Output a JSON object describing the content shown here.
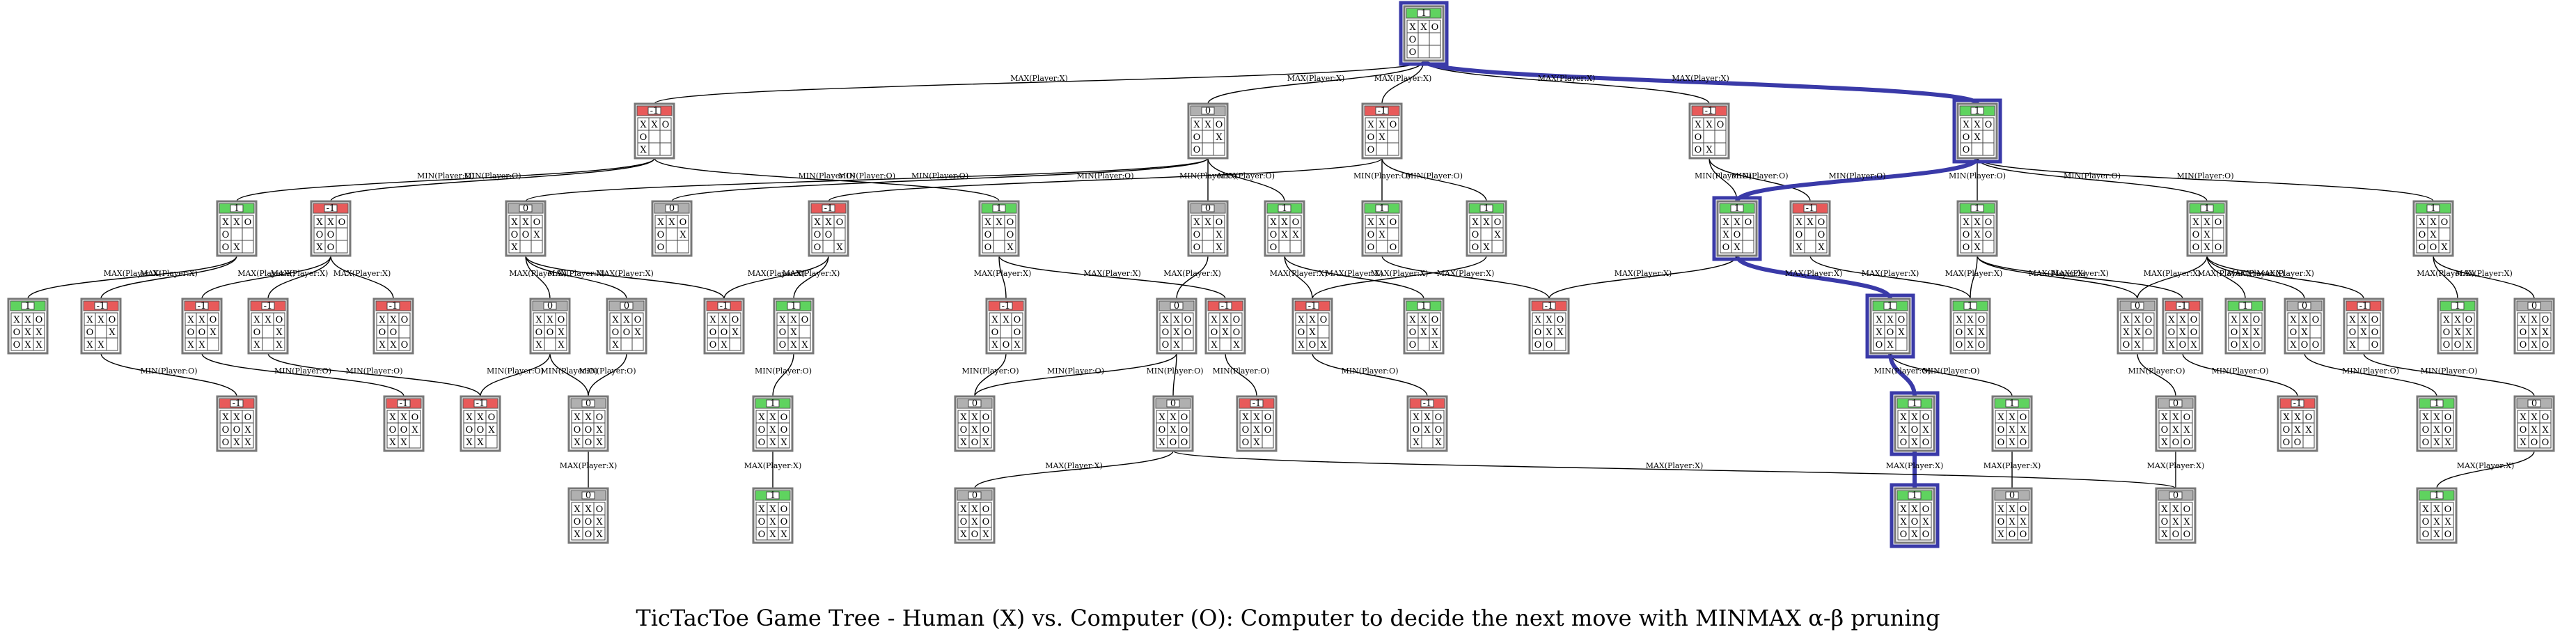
{
  "caption": "TicTacToe Game Tree - Human (X) vs. Computer (O): Computer to decide the next move with MINMAX α-β pruning",
  "colors": {
    "win": "#5fd35f",
    "loss": "#e85a5a",
    "draw": "#b0b0b0",
    "highlight": "#3a3aa8",
    "border": "#777777"
  },
  "nodes": [
    {
      "id": "root",
      "score": "1",
      "result": "win",
      "board": [
        "XXO",
        "O  ",
        "O  "
      ],
      "hl": true
    },
    {
      "id": "a1",
      "score": "-1",
      "result": "loss",
      "board": [
        "XXO",
        "O  ",
        "X  "
      ]
    },
    {
      "id": "a2",
      "score": "0",
      "result": "draw",
      "board": [
        "XXO",
        "O X",
        "O  "
      ]
    },
    {
      "id": "a3",
      "score": "-1",
      "result": "loss",
      "board": [
        "XXO",
        "OX ",
        "O  "
      ]
    },
    {
      "id": "a4",
      "score": "-1",
      "result": "loss",
      "board": [
        "XXO",
        "O  ",
        "OX "
      ]
    },
    {
      "id": "a5",
      "score": "1",
      "result": "win",
      "board": [
        "XXO",
        "OX ",
        "O  "
      ],
      "hl": true
    },
    {
      "id": "b1",
      "score": "1",
      "result": "win",
      "board": [
        "XXO",
        "O  ",
        "OX "
      ]
    },
    {
      "id": "b2",
      "score": "-1",
      "result": "loss",
      "board": [
        "XXO",
        "OO ",
        "XO "
      ]
    },
    {
      "id": "b3",
      "score": "0",
      "result": "draw",
      "board": [
        "XXO",
        "OOX",
        "X  "
      ]
    },
    {
      "id": "b4",
      "score": "0",
      "result": "draw",
      "board": [
        "XXO",
        "O X",
        "O  "
      ]
    },
    {
      "id": "b5",
      "score": "-1",
      "result": "loss",
      "board": [
        "XXO",
        "OO ",
        "O X"
      ]
    },
    {
      "id": "b6",
      "score": "1",
      "result": "win",
      "board": [
        "XXO",
        "O O",
        "O X"
      ]
    },
    {
      "id": "b7",
      "score": "0",
      "result": "draw",
      "board": [
        "XXO",
        "O X",
        "O X"
      ]
    },
    {
      "id": "b8",
      "score": "1",
      "result": "win",
      "board": [
        "XXO",
        "OXX",
        "O  "
      ]
    },
    {
      "id": "b9",
      "score": "1",
      "result": "win",
      "board": [
        "XXO",
        "OX ",
        "O O"
      ]
    },
    {
      "id": "b10",
      "score": "1",
      "result": "win",
      "board": [
        "XXO",
        "O X",
        "OX "
      ]
    },
    {
      "id": "b11",
      "score": "1",
      "result": "win",
      "board": [
        "XXO",
        "XO ",
        "OX "
      ],
      "hl": true
    },
    {
      "id": "b12",
      "score": "-1",
      "result": "loss",
      "board": [
        "XXO",
        "O O",
        "X X"
      ]
    },
    {
      "id": "b13",
      "score": "1",
      "result": "win",
      "board": [
        "XXO",
        "OXO",
        "OX "
      ]
    },
    {
      "id": "b14",
      "score": "1",
      "result": "win",
      "board": [
        "XXO",
        "OX ",
        "OXO"
      ]
    },
    {
      "id": "b15",
      "score": "1",
      "result": "win",
      "board": [
        "XXO",
        "OX ",
        "OOX"
      ]
    },
    {
      "id": "c1",
      "score": "1",
      "result": "win",
      "board": [
        "XXO",
        "OXX",
        "OXX"
      ]
    },
    {
      "id": "c2",
      "score": "-1",
      "result": "loss",
      "board": [
        "XXO",
        "O X",
        "XX "
      ]
    },
    {
      "id": "c3",
      "score": "-1",
      "result": "loss",
      "board": [
        "XXO",
        "OOX",
        "XX "
      ]
    },
    {
      "id": "c4",
      "score": "-1",
      "result": "loss",
      "board": [
        "XXO",
        "O X",
        "X X"
      ]
    },
    {
      "id": "c5",
      "score": "-1",
      "result": "loss",
      "board": [
        "XXO",
        "OO ",
        "XXO"
      ]
    },
    {
      "id": "c6",
      "score": "0",
      "result": "draw",
      "board": [
        "XXO",
        "OOX",
        "X X"
      ]
    },
    {
      "id": "c7",
      "score": "0",
      "result": "draw",
      "board": [
        "XXO",
        "OOX",
        "X  "
      ]
    },
    {
      "id": "c8",
      "score": "-1",
      "result": "loss",
      "board": [
        "XXO",
        "OOX",
        "OX "
      ]
    },
    {
      "id": "c9",
      "score": "1",
      "result": "win",
      "board": [
        "XXO",
        "OX ",
        "OXX"
      ]
    },
    {
      "id": "c10",
      "score": "-1",
      "result": "loss",
      "board": [
        "XXO",
        "O O",
        "XOX"
      ]
    },
    {
      "id": "c11",
      "score": "0",
      "result": "draw",
      "board": [
        "XXO",
        "OXO",
        "OX "
      ]
    },
    {
      "id": "c12",
      "score": "-1",
      "result": "loss",
      "board": [
        "XXO",
        "OXO",
        "X X"
      ]
    },
    {
      "id": "c13",
      "score": "-1",
      "result": "loss",
      "board": [
        "XXO",
        "OX ",
        "XOX"
      ]
    },
    {
      "id": "c14",
      "score": "1",
      "result": "win",
      "board": [
        "XXO",
        "OXX",
        "O X"
      ]
    },
    {
      "id": "c15",
      "score": "-1",
      "result": "loss",
      "board": [
        "XXO",
        "OXX",
        "OO "
      ]
    },
    {
      "id": "c16",
      "score": "1",
      "result": "win",
      "board": [
        "XXO",
        "XOX",
        "OX "
      ],
      "hl": true
    },
    {
      "id": "c17",
      "score": "1",
      "result": "win",
      "board": [
        "XXO",
        "OXX",
        "OXO"
      ]
    },
    {
      "id": "c18",
      "score": "0",
      "result": "draw",
      "board": [
        "XXO",
        "XXO",
        "OX "
      ]
    },
    {
      "id": "c19",
      "score": "-1",
      "result": "loss",
      "board": [
        "XXO",
        "OXO",
        "XOX"
      ]
    },
    {
      "id": "c20",
      "score": "1",
      "result": "win",
      "board": [
        "XXO",
        "OXX",
        "OXO"
      ]
    },
    {
      "id": "c21",
      "score": "0",
      "result": "draw",
      "board": [
        "XXO",
        "OX ",
        "XOO"
      ]
    },
    {
      "id": "c22",
      "score": "-1",
      "result": "loss",
      "board": [
        "XXO",
        "OXO",
        "X O"
      ]
    },
    {
      "id": "c23",
      "score": "1",
      "result": "win",
      "board": [
        "XXO",
        "OXX",
        "OOX"
      ]
    },
    {
      "id": "c24",
      "score": "0",
      "result": "draw",
      "board": [
        "XXO",
        "OXX",
        "OXO"
      ]
    },
    {
      "id": "d1",
      "score": "-1",
      "result": "loss",
      "board": [
        "XXO",
        "OOX",
        "OXX"
      ]
    },
    {
      "id": "d2",
      "score": "-1",
      "result": "loss",
      "board": [
        "XXO",
        "OOX",
        "XX "
      ]
    },
    {
      "id": "d3",
      "score": "-1",
      "result": "loss",
      "board": [
        "XXO",
        "OOX",
        "XX "
      ]
    },
    {
      "id": "d4",
      "score": "0",
      "result": "draw",
      "board": [
        "XXO",
        "OOX",
        "XOX"
      ]
    },
    {
      "id": "d5",
      "score": "1",
      "result": "win",
      "board": [
        "XXO",
        "OXO",
        "OXX"
      ]
    },
    {
      "id": "d6",
      "score": "0",
      "result": "draw",
      "board": [
        "XXO",
        "OXO",
        "XOX"
      ]
    },
    {
      "id": "d7",
      "score": "0",
      "result": "draw",
      "board": [
        "XXO",
        "OXO",
        "XOO"
      ]
    },
    {
      "id": "d8",
      "score": "-1",
      "result": "loss",
      "board": [
        "XXO",
        "OXO",
        "OX "
      ]
    },
    {
      "id": "d9",
      "score": "-1",
      "result": "loss",
      "board": [
        "XXO",
        "OXO",
        "X X"
      ]
    },
    {
      "id": "d10",
      "score": "1",
      "result": "win",
      "board": [
        "XXO",
        "XOX",
        "OXO"
      ],
      "hl": true
    },
    {
      "id": "d11",
      "score": "1",
      "result": "win",
      "board": [
        "XXO",
        "OXX",
        "OXO"
      ]
    },
    {
      "id": "d12",
      "score": "0",
      "result": "draw",
      "board": [
        "XXO",
        "OXX",
        "XOO"
      ]
    },
    {
      "id": "d13",
      "score": "-1",
      "result": "loss",
      "board": [
        "XXO",
        "OXX",
        "OO "
      ]
    },
    {
      "id": "d14",
      "score": "1",
      "result": "win",
      "board": [
        "XXO",
        "OXO",
        "OXX"
      ]
    },
    {
      "id": "d15",
      "score": "0",
      "result": "draw",
      "board": [
        "XXO",
        "OXX",
        "XOO"
      ]
    },
    {
      "id": "e1",
      "score": "0",
      "result": "draw",
      "board": [
        "XXO",
        "OOX",
        "XOX"
      ]
    },
    {
      "id": "e2",
      "score": "1",
      "result": "win",
      "board": [
        "XXO",
        "OXO",
        "OXX"
      ]
    },
    {
      "id": "e3",
      "score": "0",
      "result": "draw",
      "board": [
        "XXO",
        "OXO",
        "XOX"
      ]
    },
    {
      "id": "e4",
      "score": "1",
      "result": "win",
      "board": [
        "XXO",
        "XOX",
        "OXO"
      ],
      "hl": true
    },
    {
      "id": "e5",
      "score": "0",
      "result": "draw",
      "board": [
        "XXO",
        "OXX",
        "XOO"
      ]
    },
    {
      "id": "e6",
      "score": "0",
      "result": "draw",
      "board": [
        "XXO",
        "OXX",
        "XOO"
      ]
    },
    {
      "id": "e7",
      "score": "1",
      "result": "win",
      "board": [
        "XXO",
        "OXX",
        "OXO"
      ]
    }
  ],
  "edges": [
    {
      "from": "root",
      "to": "a1",
      "label": "MAX(Player:X)"
    },
    {
      "from": "root",
      "to": "a2",
      "label": "MAX(Player:X)"
    },
    {
      "from": "root",
      "to": "a3",
      "label": "MAX(Player:X)"
    },
    {
      "from": "root",
      "to": "a4",
      "label": "MAX(Player:X)"
    },
    {
      "from": "root",
      "to": "a5",
      "label": "MAX(Player:X)",
      "hl": true
    },
    {
      "from": "a1",
      "to": "b1",
      "label": "MIN(Player:O)"
    },
    {
      "from": "a1",
      "to": "b2",
      "label": "MIN(Player:O)"
    },
    {
      "from": "a1",
      "to": "b6",
      "label": "MIN(Player:O)"
    },
    {
      "from": "a2",
      "to": "b3",
      "label": "MIN(Player:O)"
    },
    {
      "from": "a2",
      "to": "b4",
      "label": "MIN(Player:O)"
    },
    {
      "from": "a2",
      "to": "b7",
      "label": "MIN(Player:O)"
    },
    {
      "from": "a2",
      "to": "b8",
      "label": "MIN(Player:O)"
    },
    {
      "from": "a3",
      "to": "b5",
      "label": "MIN(Player:O)"
    },
    {
      "from": "a3",
      "to": "b9",
      "label": "MIN(Player:O)"
    },
    {
      "from": "a3",
      "to": "b10",
      "label": "MIN(Player:O)"
    },
    {
      "from": "a4",
      "to": "b11",
      "label": "MIN(Player:O)"
    },
    {
      "from": "a4",
      "to": "b12",
      "label": "MIN(Player:O)"
    },
    {
      "from": "a5",
      "to": "b11",
      "label": "MIN(Player:O)",
      "hl": true
    },
    {
      "from": "a5",
      "to": "b13",
      "label": "MIN(Player:O)"
    },
    {
      "from": "a5",
      "to": "b14",
      "label": "MIN(Player:O)"
    },
    {
      "from": "a5",
      "to": "b15",
      "label": "MIN(Player:O)"
    },
    {
      "from": "b1",
      "to": "c1",
      "label": "MAX(Player:X)"
    },
    {
      "from": "b1",
      "to": "c2",
      "label": "MAX(Player:X)"
    },
    {
      "from": "b2",
      "to": "c3",
      "label": "MAX(Player:X)"
    },
    {
      "from": "b2",
      "to": "c4",
      "label": "MAX(Player:X)"
    },
    {
      "from": "b2",
      "to": "c5",
      "label": "MAX(Player:X)"
    },
    {
      "from": "b3",
      "to": "c6",
      "label": "MAX(Player:X)"
    },
    {
      "from": "b3",
      "to": "c7",
      "label": "MAX(Player:X)"
    },
    {
      "from": "b3",
      "to": "c8",
      "label": "MAX(Player:X)"
    },
    {
      "from": "b5",
      "to": "c9",
      "label": "MAX(Player:X)"
    },
    {
      "from": "b5",
      "to": "c8",
      "label": "MAX(Player:X)"
    },
    {
      "from": "b6",
      "to": "c10",
      "label": "MAX(Player:X)"
    },
    {
      "from": "b6",
      "to": "c12",
      "label": "MAX(Player:X)"
    },
    {
      "from": "b7",
      "to": "c11",
      "label": "MAX(Player:X)"
    },
    {
      "from": "b8",
      "to": "c13",
      "label": "MAX(Player:X)"
    },
    {
      "from": "b8",
      "to": "c14",
      "label": "MAX(Player:X)"
    },
    {
      "from": "b9",
      "to": "c15",
      "label": "MAX(Player:X)"
    },
    {
      "from": "b10",
      "to": "c13",
      "label": "MAX(Player:X)"
    },
    {
      "from": "b11",
      "to": "c16",
      "label": "MAX(Player:X)",
      "hl": true
    },
    {
      "from": "b11",
      "to": "c15",
      "label": "MAX(Player:X)"
    },
    {
      "from": "b12",
      "to": "c17",
      "label": "MAX(Player:X)"
    },
    {
      "from": "b13",
      "to": "c17",
      "label": "MAX(Player:X)"
    },
    {
      "from": "b13",
      "to": "c18",
      "label": "MAX(Player:X)"
    },
    {
      "from": "b13",
      "to": "c19",
      "label": "MAX(Player:X)"
    },
    {
      "from": "b14",
      "to": "c18",
      "label": "MAX(Player:X)"
    },
    {
      "from": "b14",
      "to": "c20",
      "label": "MAX(Player:X)"
    },
    {
      "from": "b14",
      "to": "c21",
      "label": "MAX(Player:X)"
    },
    {
      "from": "b14",
      "to": "c22",
      "label": "MAX(Player:X)"
    },
    {
      "from": "b15",
      "to": "c23",
      "label": "MAX(Player:X)"
    },
    {
      "from": "b15",
      "to": "c24",
      "label": "MAX(Player:X)"
    },
    {
      "from": "c2",
      "to": "d1",
      "label": "MIN(Player:O)"
    },
    {
      "from": "c3",
      "to": "d2",
      "label": "MIN(Player:O)"
    },
    {
      "from": "c4",
      "to": "d3",
      "label": "MIN(Player:O)"
    },
    {
      "from": "c6",
      "to": "d4",
      "label": "MIN(Player:O)"
    },
    {
      "from": "c6",
      "to": "d3",
      "label": "MIN(Player:O)"
    },
    {
      "from": "c7",
      "to": "d4",
      "label": "MIN(Player:O)"
    },
    {
      "from": "c9",
      "to": "d5",
      "label": "MIN(Player:O)"
    },
    {
      "from": "c10",
      "to": "d6",
      "label": "MIN(Player:O)"
    },
    {
      "from": "c11",
      "to": "d6",
      "label": "MIN(Player:O)"
    },
    {
      "from": "c11",
      "to": "d7",
      "label": "MIN(Player:O)"
    },
    {
      "from": "c12",
      "to": "d8",
      "label": "MIN(Player:O)"
    },
    {
      "from": "c13",
      "to": "d9",
      "label": "MIN(Player:O)"
    },
    {
      "from": "c16",
      "to": "d10",
      "label": "MIN(Player:O)",
      "hl": true
    },
    {
      "from": "c16",
      "to": "d11",
      "label": "MIN(Player:O)"
    },
    {
      "from": "c18",
      "to": "d12",
      "label": "MIN(Player:O)"
    },
    {
      "from": "c19",
      "to": "d13",
      "label": "MIN(Player:O)"
    },
    {
      "from": "c21",
      "to": "d14",
      "label": "MIN(Player:O)"
    },
    {
      "from": "c22",
      "to": "d15",
      "label": "MIN(Player:O)"
    },
    {
      "from": "d4",
      "to": "e1",
      "label": "MAX(Player:X)"
    },
    {
      "from": "d5",
      "to": "e2",
      "label": "MAX(Player:X)"
    },
    {
      "from": "d7",
      "to": "e3",
      "label": "MAX(Player:X)"
    },
    {
      "from": "d10",
      "to": "e4",
      "label": "MAX(Player:X)",
      "hl": true
    },
    {
      "from": "d11",
      "to": "e5",
      "label": "MAX(Player:X)"
    },
    {
      "from": "d12",
      "to": "e6",
      "label": "MAX(Player:X)"
    },
    {
      "from": "d15",
      "to": "e7",
      "label": "MAX(Player:X)"
    },
    {
      "from": "d7",
      "to": "e6",
      "label": "MAX(Player:X)"
    }
  ]
}
